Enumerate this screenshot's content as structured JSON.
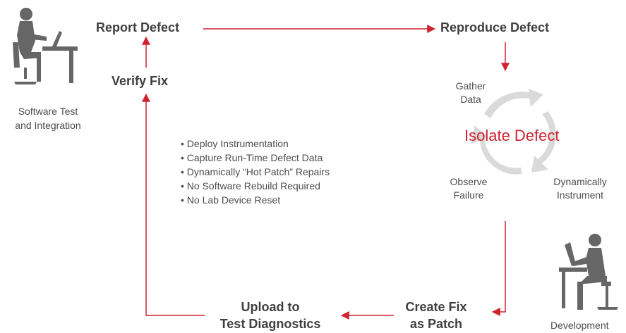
{
  "steps": {
    "report": "Report Defect",
    "reproduce": "Reproduce Defect",
    "verify": "Verify Fix",
    "upload_line1": "Upload to",
    "upload_line2": "Test Diagnostics",
    "create_line1": "Create Fix",
    "create_line2": "as Patch"
  },
  "cycle": {
    "center": "Isolate Defect",
    "gather_line1": "Gather",
    "gather_line2": "Data",
    "observe_line1": "Observe",
    "observe_line2": "Failure",
    "instrument_line1": "Dynamically",
    "instrument_line2": "Instrument"
  },
  "figures": {
    "tester_line1": "Software Test",
    "tester_line2": "and Integration",
    "developer_label": "Development"
  },
  "bullets": [
    "Deploy Instrumentation",
    "Capture Run-Time Defect Data",
    "Dynamically “Hot Patch” Repairs",
    "No Software Rebuild Required",
    "No Lab Device Reset"
  ],
  "colors": {
    "accent": "#cf2331",
    "text": "#3f3f3f",
    "figure": "#666666",
    "cycle": "#dadada"
  },
  "icons": {
    "tester": "person-at-desk-icon",
    "developer": "person-at-desk-icon",
    "cycle": "circular-arrows-icon"
  }
}
